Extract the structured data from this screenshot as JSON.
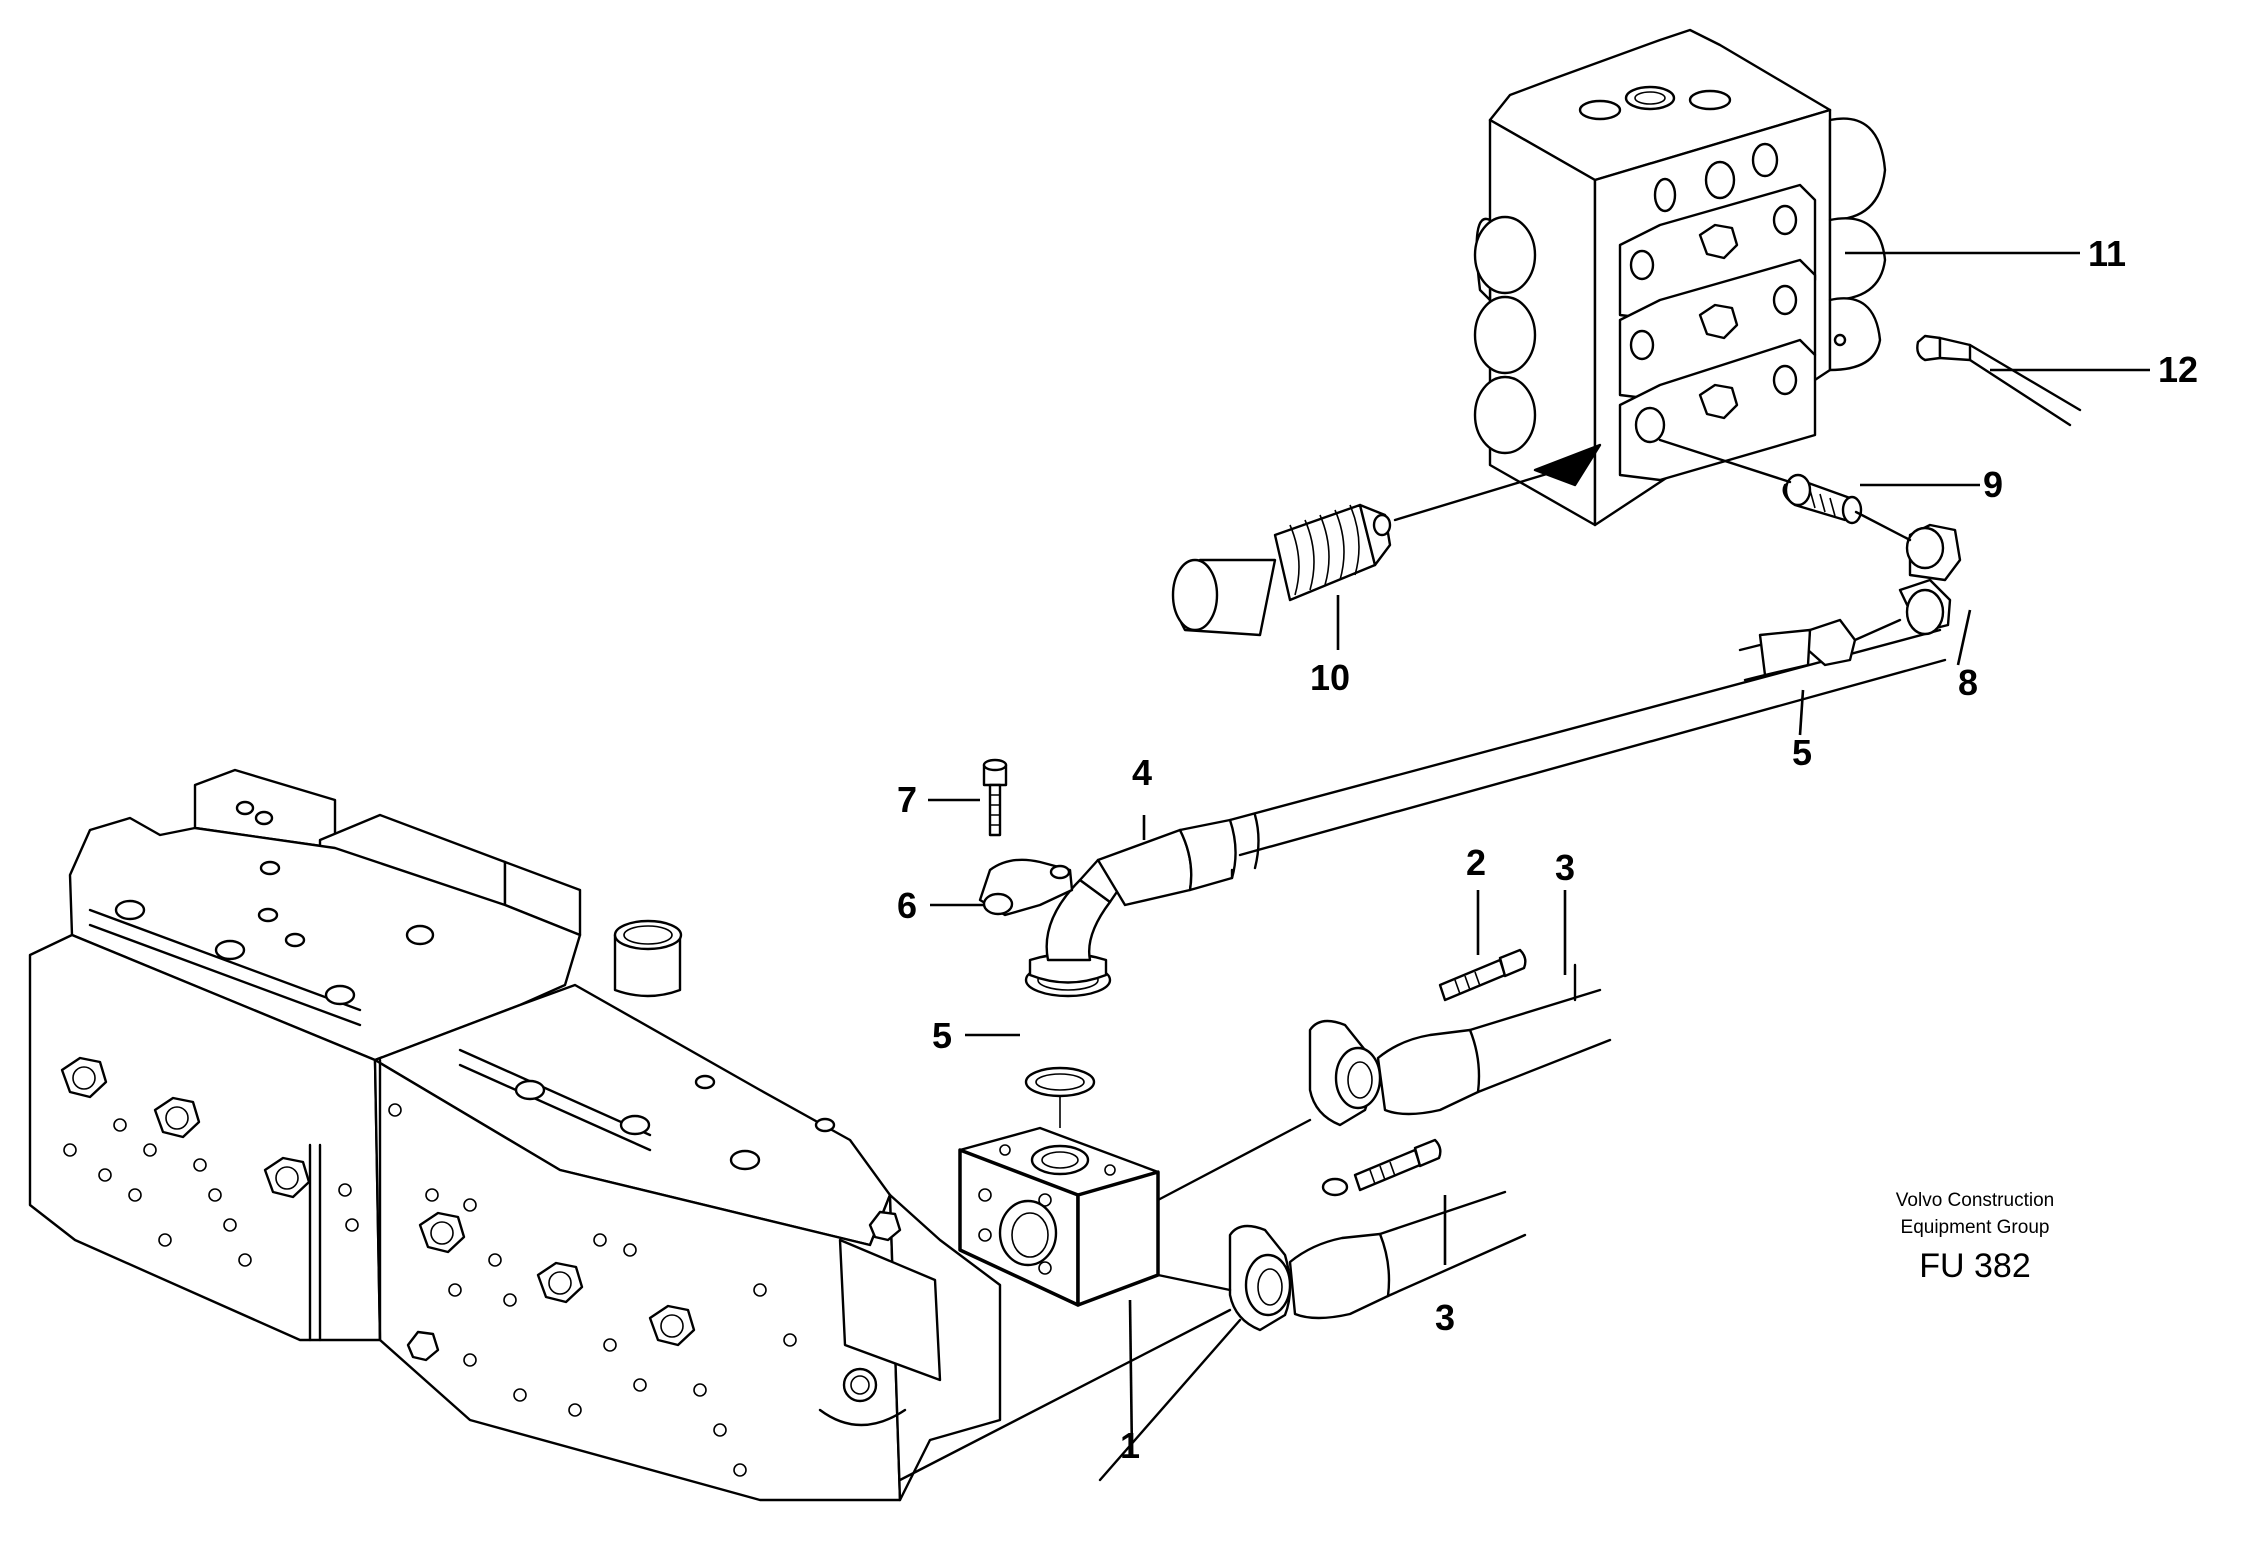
{
  "labels": {
    "l1": "1",
    "l2": "2",
    "l3a": "3",
    "l3b": "3",
    "l4": "4",
    "l5a": "5",
    "l5b": "5",
    "l6": "6",
    "l7": "7",
    "l8": "8",
    "l9": "9",
    "l10": "10",
    "l11": "11",
    "l12": "12"
  },
  "credit": {
    "line1": "Volvo Construction",
    "line2": "Equipment Group",
    "code": "FU 382"
  }
}
